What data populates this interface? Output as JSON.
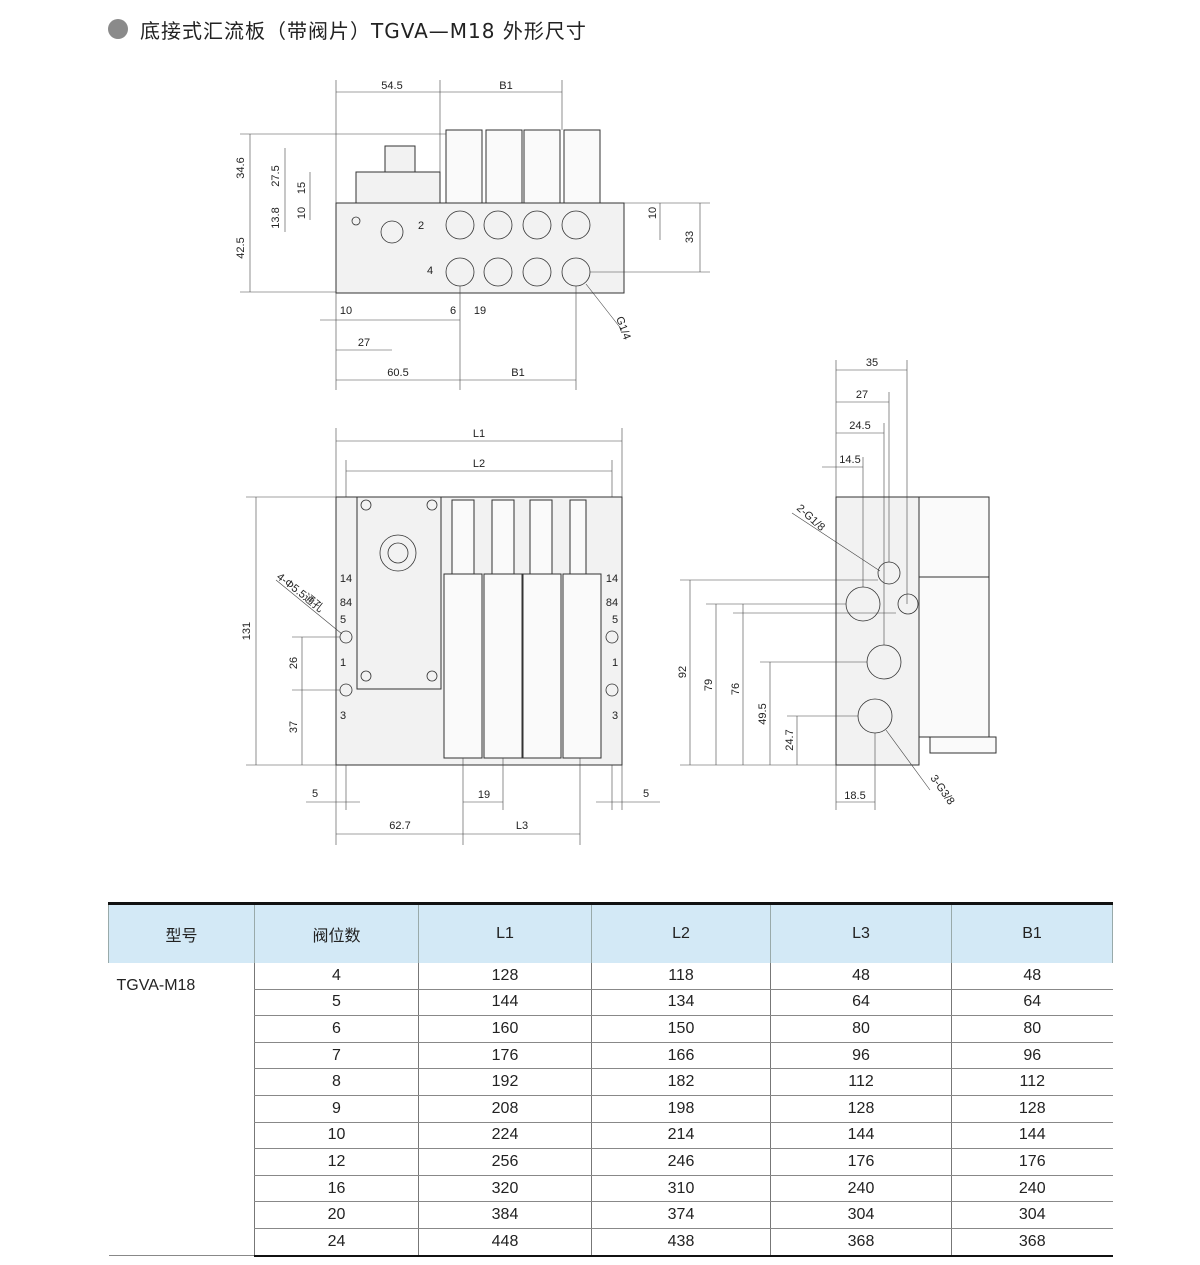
{
  "header": {
    "title": "底接式汇流板（带阀片）TGVA—M18  外形尺寸"
  },
  "drawing": {
    "top_view": {
      "dims_top": [
        "54.5",
        "B1"
      ],
      "dims_left": [
        "34.6",
        "27.5",
        "15",
        "13.8",
        "10",
        "42.5"
      ],
      "dims_right": [
        "10",
        "33"
      ],
      "port_labels": [
        "2",
        "4"
      ],
      "dims_bottom": [
        "10",
        "27",
        "6",
        "19",
        "60.5",
        "B1"
      ],
      "thread": "G1/4"
    },
    "front_view": {
      "dims_top": [
        "L1",
        "L2"
      ],
      "dims_left": [
        "131",
        "26",
        "37"
      ],
      "mount_holes": "4-Φ5.5通孔",
      "port_numbers_left": [
        "14",
        "84",
        "5",
        "1",
        "3"
      ],
      "port_numbers_right": [
        "14",
        "84",
        "5",
        "1",
        "3"
      ],
      "dims_bottom": [
        "5",
        "19",
        "5",
        "62.7",
        "L3"
      ]
    },
    "side_view": {
      "dims_top": [
        "35",
        "27",
        "24.5",
        "14.5"
      ],
      "pilot_thread": "2-G1/8",
      "dims_left": [
        "92",
        "79",
        "76",
        "49.5",
        "24.7"
      ],
      "dims_bottom": [
        "18.5"
      ],
      "main_thread": "3-G3/8"
    }
  },
  "table": {
    "headers": [
      "型号",
      "阀位数",
      "L1",
      "L2",
      "L3",
      "B1"
    ],
    "model": "TGVA-M18",
    "rows": [
      [
        "4",
        "128",
        "118",
        "48",
        "48"
      ],
      [
        "5",
        "144",
        "134",
        "64",
        "64"
      ],
      [
        "6",
        "160",
        "150",
        "80",
        "80"
      ],
      [
        "7",
        "176",
        "166",
        "96",
        "96"
      ],
      [
        "8",
        "192",
        "182",
        "112",
        "112"
      ],
      [
        "9",
        "208",
        "198",
        "128",
        "128"
      ],
      [
        "10",
        "224",
        "214",
        "144",
        "144"
      ],
      [
        "12",
        "256",
        "246",
        "176",
        "176"
      ],
      [
        "16",
        "320",
        "310",
        "240",
        "240"
      ],
      [
        "20",
        "384",
        "374",
        "304",
        "304"
      ],
      [
        "24",
        "448",
        "438",
        "368",
        "368"
      ]
    ]
  }
}
